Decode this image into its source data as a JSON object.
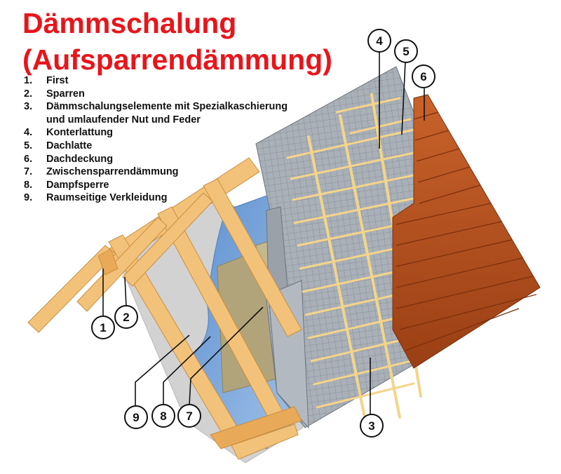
{
  "title_line1": "Dämmschalung",
  "title_line2": "(Aufsparrendämmung)",
  "legend": [
    {
      "num": "1.",
      "text": "First"
    },
    {
      "num": "2.",
      "text": "Sparren"
    },
    {
      "num": "3.",
      "text": "Dämmschalungselemente mit Spezialkaschierung",
      "text2": "und umlaufender Nut und Feder"
    },
    {
      "num": "4.",
      "text": "Konterlattung"
    },
    {
      "num": "5.",
      "text": "Dachlatte"
    },
    {
      "num": "6.",
      "text": "Dachdeckung"
    },
    {
      "num": "7.",
      "text": "Zwischensparrendämmung"
    },
    {
      "num": "8.",
      "text": "Dampfsperre"
    },
    {
      "num": "9.",
      "text": "Raumseitige Verkleidung"
    }
  ],
  "callouts": [
    "1",
    "2",
    "3",
    "4",
    "5",
    "6",
    "7",
    "8",
    "9"
  ],
  "colors": {
    "title": "#e8151b",
    "wood": "#f3c27a",
    "wood_dark": "#d99a45",
    "insulation_panel": "#a9b0b8",
    "tile": "#b8511f",
    "vapor_barrier": "#6b9bd3",
    "cladding": "#d2d2d2",
    "mineral_wool": "#b2a47a"
  }
}
